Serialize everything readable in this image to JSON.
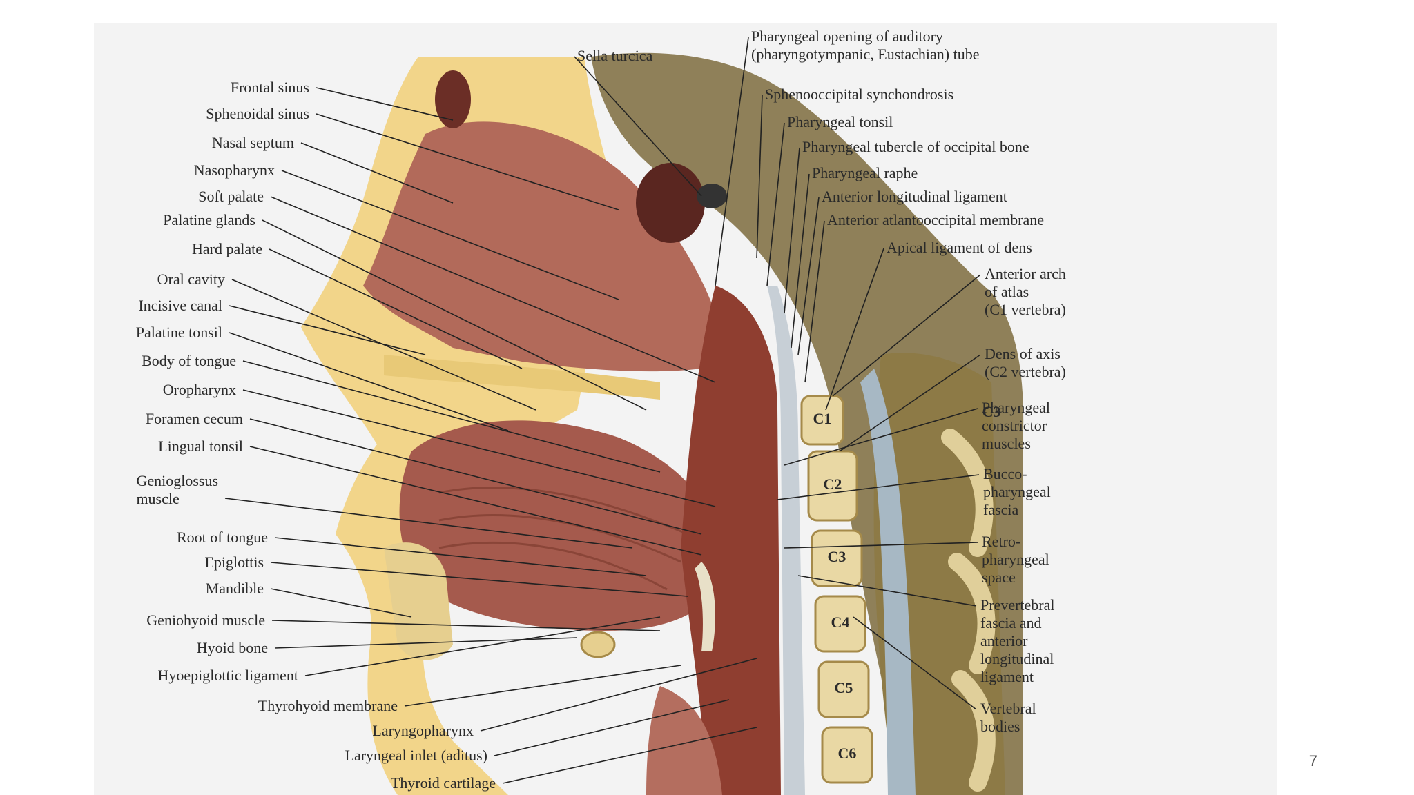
{
  "slide": {
    "page_number": "7"
  },
  "diagram": {
    "labels_left": [
      "Frontal sinus",
      "Sphenoidal sinus",
      "Nasal septum",
      "Nasopharynx",
      "Soft palate",
      "Palatine glands",
      "Hard palate",
      "Oral cavity",
      "Incisive canal",
      "Palatine tonsil",
      "Body of tongue",
      "Oropharynx",
      "Foramen cecum",
      "Lingual tonsil",
      "Genioglossus\nmuscle",
      "Root of tongue",
      "Epiglottis",
      "Mandible",
      "Geniohyoid muscle",
      "Hyoid bone",
      "Hyoepiglottic ligament",
      "Thyrohyoid membrane",
      "Laryngopharynx",
      "Laryngeal inlet (aditus)",
      "Thyroid cartilage"
    ],
    "labels_top": [
      "Sella turcica",
      "Pharyngeal opening of auditory\n(pharyngotympanic, Eustachian) tube",
      "Sphenooccipital synchondrosis",
      "Pharyngeal tonsil",
      "Pharyngeal tubercle of occipital bone",
      "Pharyngeal raphe",
      "Anterior longitudinal ligament",
      "Anterior atlantooccipital membrane",
      "Apical ligament of dens"
    ],
    "labels_right": [
      "Anterior arch\nof atlas\n(C1 vertebra)",
      "Dens of axis\n(C2 vertebra)",
      "Pharyngeal\nconstrictor\nmuscles",
      "Bucco-\npharyngeal\nfascia",
      "Retro-\npharyngeal\nspace",
      "Prevertebral\nfascia and\nanterior\nlongitudinal\nligament",
      "Vertebral\nbodies"
    ],
    "vertebra_labels": [
      "C1",
      "C2",
      "C3",
      "C4",
      "C5",
      "C6",
      "C3"
    ]
  }
}
